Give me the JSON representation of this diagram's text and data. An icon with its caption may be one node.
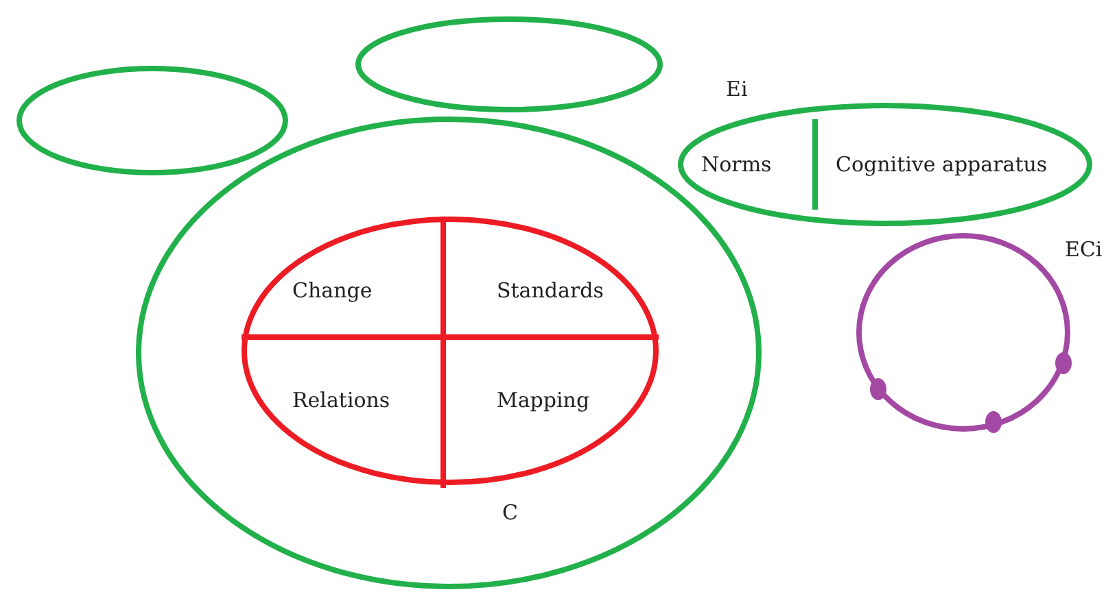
{
  "diagram": {
    "nodes": [
      {
        "text": [],
        "shape": "ellipse"
      },
      {
        "text": [],
        "shape": "ellipse"
      },
      {
        "text": [
          "C"
        ]
      },
      {
        "text": [
          "Change",
          "Standards",
          "Relations",
          "Mapping"
        ],
        "in": 2
      },
      {
        "text": [
          "Ei",
          "Norms",
          "Cognitive apparatus"
        ]
      },
      {
        "text": [
          "ECi"
        ]
      }
    ],
    "edges": []
  }
}
